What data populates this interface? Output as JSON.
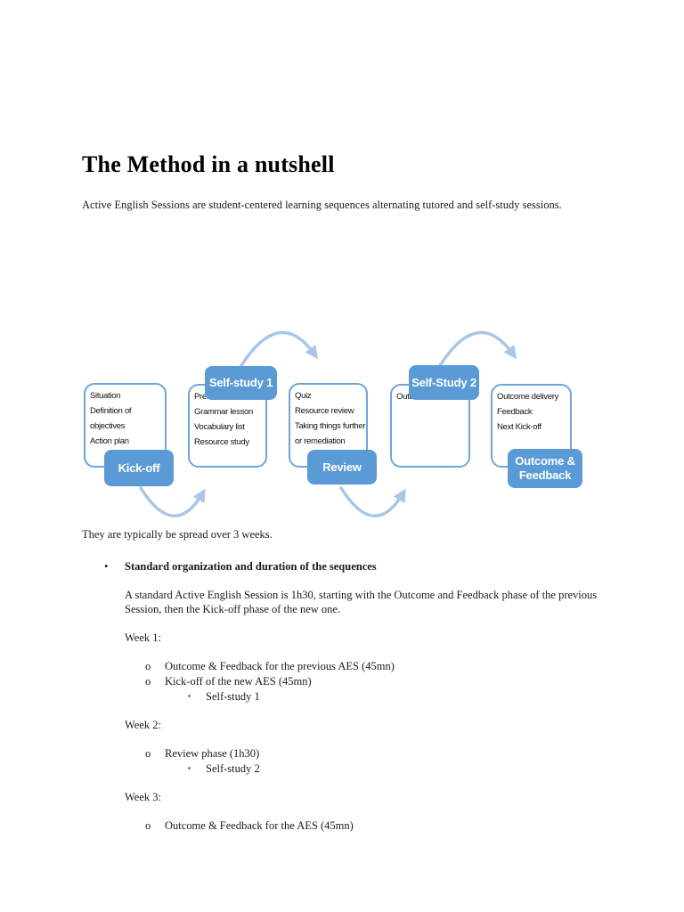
{
  "title": "The Method in a nutshell",
  "intro": "Active English Sessions are student-centered learning sequences alternating tutored and self-study sessions.",
  "diagram": {
    "colors": {
      "label_bg": "#5b9bd5",
      "box_border": "#6ea5da",
      "arrow": "#a9c6e8"
    },
    "boxes": [
      {
        "lines": [
          "Situation",
          "Definition of",
          "objectives",
          "Action plan"
        ]
      },
      {
        "lines": [
          "Prer",
          "Grammar lesson",
          "Vocabulary list",
          "Resource study"
        ]
      },
      {
        "lines": [
          "Quiz",
          "Resource review",
          "Taking things further",
          "or remediation"
        ]
      },
      {
        "lines": [
          "Outc"
        ]
      },
      {
        "lines": [
          "Outcome delivery",
          "Feedback",
          "Next Kick-off"
        ]
      }
    ],
    "labels": [
      {
        "text": "Kick-off"
      },
      {
        "text": "Self-study 1"
      },
      {
        "text": "Review"
      },
      {
        "text": "Self-Study 2"
      },
      {
        "text": "Outcome & Feedback"
      }
    ]
  },
  "body": {
    "spread_note": "They are typically be spread over 3 weeks.",
    "bullet_marker": "•",
    "bullet_heading": "Standard organization and duration of the sequences",
    "paragraph": "A standard Active English Session is 1h30, starting with the Outcome and Feedback phase of the previous Session, then the Kick-off phase of the new one.",
    "weeks": [
      {
        "label": "Week 1:",
        "items": [
          {
            "marker": "o",
            "text": "Outcome & Feedback for the previous AES (45mn)"
          },
          {
            "marker": "o",
            "text": "Kick-off of the new AES (45mn)"
          },
          {
            "marker": "▪",
            "text": "Self-study 1"
          }
        ]
      },
      {
        "label": "Week 2:",
        "items": [
          {
            "marker": "o",
            "text": "Review phase (1h30)"
          },
          {
            "marker": "▪",
            "text": "Self-study 2"
          }
        ]
      },
      {
        "label": "Week 3:",
        "items": [
          {
            "marker": "o",
            "text": "Outcome & Feedback for the AES (45mn)"
          }
        ]
      }
    ]
  }
}
